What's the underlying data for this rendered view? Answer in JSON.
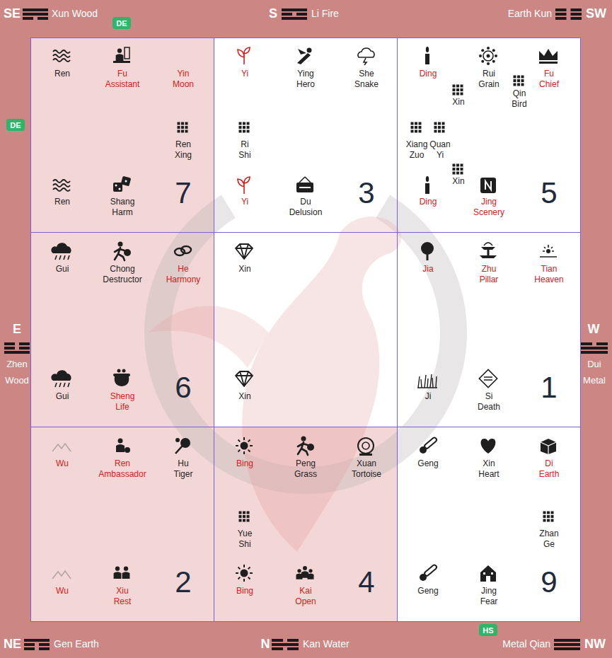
{
  "diagram": {
    "nodes": [
      {
        "text": [
          "DE"
        ]
      },
      {
        "text": [
          "DE"
        ]
      },
      {
        "text": [
          "Ren",
          "Fu Assistant",
          "Yin Moon",
          "Ren Xing",
          "Ren",
          "Shang Harm",
          "7"
        ]
      },
      {
        "text": [
          "Yi",
          "Ying Hero",
          "She Snake",
          "Ri Shi",
          "Yi",
          "Du Delusion",
          "3"
        ]
      },
      {
        "text": [
          "Ding",
          "Rui Grain",
          "Fu Chief",
          "Qin Bird",
          "Xin",
          "Xiang Zuo",
          "Quan Yi",
          "Xin",
          "Ding",
          "Jing Scenery",
          "5"
        ]
      },
      {
        "text": [
          "Gui",
          "Chong Destructor",
          "He Harmony",
          "Gui",
          "Sheng Life",
          "6"
        ]
      },
      {
        "text": [
          "Xin",
          "Xin"
        ]
      },
      {
        "text": [
          "Jia",
          "Zhu Pillar",
          "Tian Heaven",
          "Ji",
          "Si Death",
          "1"
        ]
      },
      {
        "text": [
          "Wu",
          "Ren Ambassador",
          "Hu Tiger",
          "Wu",
          "Xiu Rest",
          "2"
        ]
      },
      {
        "text": [
          "Bing",
          "Peng Grass",
          "Xuan Tortoise",
          "Yue Shi",
          "Bing",
          "Kai Open",
          "4"
        ]
      },
      {
        "text": [
          "Geng",
          "Xin Heart",
          "Di Earth",
          "Zhan Ge",
          "Geng",
          "Jing Fear",
          "9"
        ]
      },
      {
        "text": [
          "HS"
        ]
      }
    ],
    "labels": [
      "SE",
      "Xun Wood",
      "S",
      "Li Fire",
      "Earth Kun",
      "SW",
      "E",
      "Zhen",
      "Wood",
      "W",
      "Dui",
      "Metal",
      "NE",
      "Gen Earth",
      "N",
      "Kan Water",
      "Metal Qian",
      "NW"
    ]
  }
}
